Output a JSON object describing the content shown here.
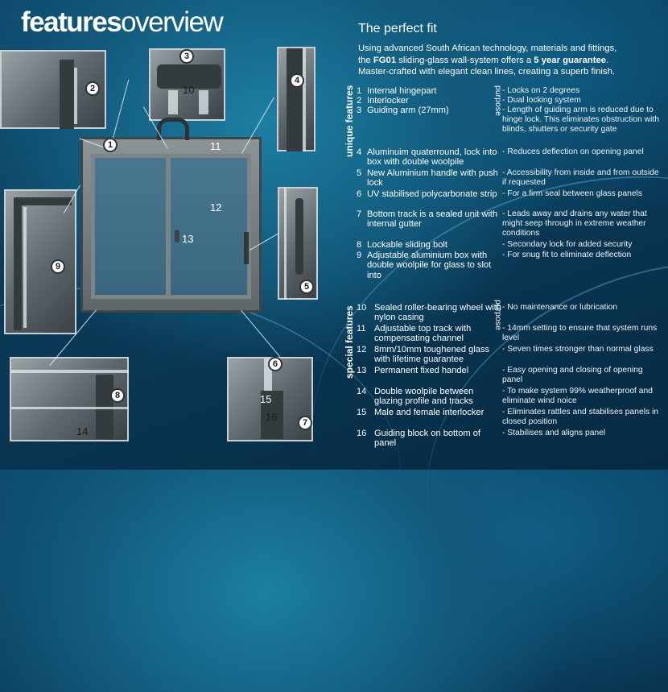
{
  "title": {
    "bold": "features",
    "regular": "overview"
  },
  "heading": "The perfect fit",
  "intro": {
    "p1": "Using advanced South African technology, materials and fittings,",
    "p2a": "the ",
    "p2b": "FG01",
    "p2c": " sliding-glass wall-system offers a ",
    "p2d": "5 year guarantee",
    "p2e": ".",
    "p3": "Master-crafted with elegant clean lines, creating a superb finish."
  },
  "labels": {
    "unique": "unique features",
    "special": "special features",
    "purpose": "purpose"
  },
  "callouts": [
    "1",
    "2",
    "3",
    "4",
    "5",
    "6",
    "7",
    "8",
    "9",
    "10",
    "11",
    "12",
    "13",
    "14",
    "15",
    "16"
  ],
  "unique_features": [
    {
      "n": "1",
      "t": "Internal hingepart",
      "p": "- Locks on 2 degrees"
    },
    {
      "n": "2",
      "t": "Interlocker",
      "p": "- Dual locking system"
    },
    {
      "n": "3",
      "t": "Guiding arm (27mm)",
      "p": "- Length of guiding arm is reduced due to hinge lock. This eliminates obstruction with blinds, shutters or security gate"
    },
    {
      "n": "4",
      "t": "Aluminuim quaterround, lock into box with double woolpile",
      "p": "- Reduces deflection on opening panel"
    },
    {
      "n": "5",
      "t": "New Aluminium handle with push lock",
      "p": "- Accessibility from inside and from outside if requested"
    },
    {
      "n": "6",
      "t": "UV stabilised polycarbonate strip",
      "p": "- For a firm seal between glass panels"
    },
    {
      "n": "7",
      "t": "Bottom track is a sealed unit with internal gutter",
      "p": "- Leads away and drains any water that might seep through in extreme weather conditions"
    },
    {
      "n": "8",
      "t": "Lockable sliding bolt",
      "p": "- Secondary lock for added security"
    },
    {
      "n": "9",
      "t": "Adjustable aluminium box with double woolpile for glass to slot into",
      "p": "- For snug fit to eliminate deflection"
    }
  ],
  "special_features": [
    {
      "n": "10",
      "t": "Sealed roller-bearing wheel with nylon casing",
      "p": "- No maintenance or lubrication"
    },
    {
      "n": "11",
      "t": "Adjustable top track with compensating channel",
      "p": "- 14mm setting to ensure that system runs level"
    },
    {
      "n": "12",
      "t": "8mm/10mm toughened glass with lifetime guarantee",
      "p": "- Seven times stronger than normal glass"
    },
    {
      "n": "13",
      "t": "Permanent fixed handel",
      "p": "- Easy opening and closing of opening panel"
    },
    {
      "n": "14",
      "t": "Double woolpile between glazing profile and tracks",
      "p": "- To make system 99% weatherproof and eliminate wind noice"
    },
    {
      "n": "15",
      "t": "Male and female interlocker",
      "p": "- Eliminates rattles and stabilises panels in closed position"
    },
    {
      "n": "16",
      "t": "Guiding block on bottom of panel",
      "p": "- Stabilises and aligns panel"
    }
  ]
}
